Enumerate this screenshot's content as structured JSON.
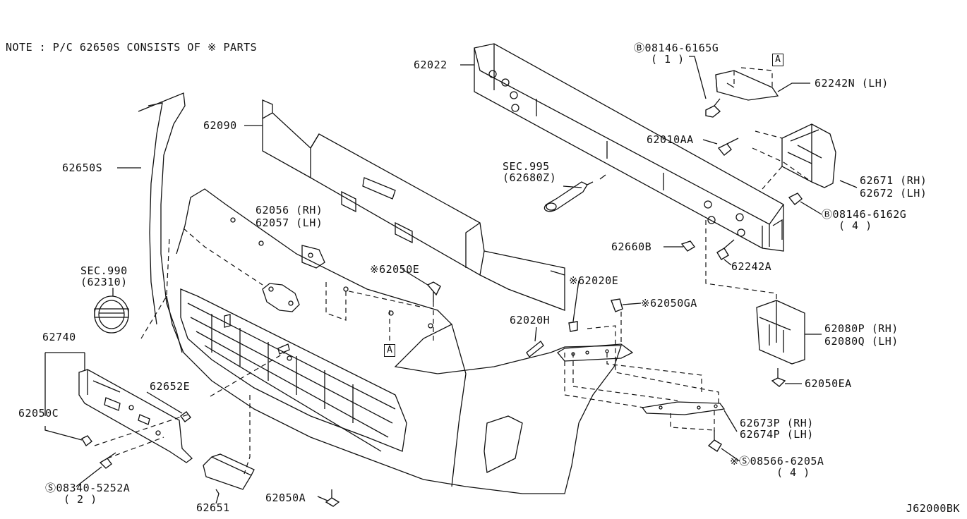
{
  "note": "NOTE : P/C 62650S CONSISTS OF ※ PARTS",
  "diagram_code": "J62000BK",
  "callouts": {
    "p62022": "62022",
    "p08146_6165g": "Ⓑ08146-6165G",
    "p08146_6165g_qty": "( 1 )",
    "p62242n": "62242N (LH)",
    "p62090": "62090",
    "p62650s": "62650S",
    "p62010aa": "62010AA",
    "sec995": "SEC.995",
    "sec995_sub": "(62680Z)",
    "p62671": "62671 (RH)",
    "p62672": "62672 (LH)",
    "p08146_6162g": "Ⓑ08146-6162G",
    "p08146_6162g_qty": "( 4 )",
    "p62056": "62056 (RH)",
    "p62057": "62057 (LH)",
    "p62660b": "62660B",
    "p62242a": "62242A",
    "sec990": "SEC.990",
    "sec990_sub": "(62310)",
    "p62050e": "※62050E",
    "p62020e": "※62020E",
    "p62050ga": "※62050GA",
    "p62020h": "62020H",
    "p62740": "62740",
    "p62080p": "62080P (RH)",
    "p62080q": "62080Q (LH)",
    "p62652e": "62652E",
    "p62050ea": "62050EA",
    "p62050c": "62050C",
    "p62673p": "62673P (RH)",
    "p62674p": "62674P (LH)",
    "p08566_6205a": "※Ⓢ08566-6205A",
    "p08566_6205a_qty": "( 4 )",
    "p08340_5252a": "Ⓢ08340-5252A",
    "p08340_5252a_qty": "( 2 )",
    "p62651": "62651",
    "p62050a": "62050A",
    "ref_a": "A"
  },
  "icons": [
    "bumper-fascia",
    "reinforcement-beam",
    "energy-absorber",
    "emblem",
    "license-plate-bracket",
    "tow-hook",
    "side-bracket",
    "bolt",
    "clip",
    "grommet"
  ]
}
